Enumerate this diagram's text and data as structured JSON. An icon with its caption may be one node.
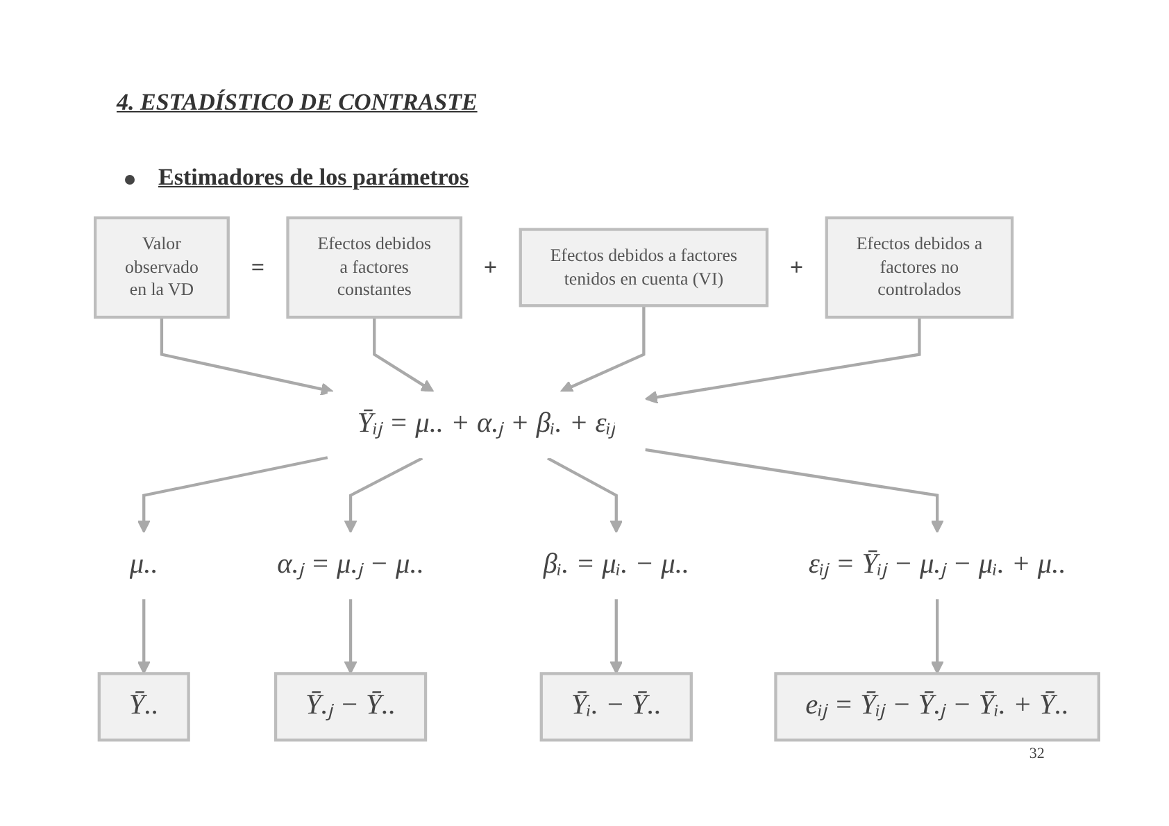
{
  "diagram": {
    "title": "4. ESTADÍSTICO DE CONTRASTE",
    "nodes": [
      {
        "text": [
          "Valor observado en la VD"
        ]
      },
      {
        "text": [
          "Efectos debidos a factores constantes"
        ]
      },
      {
        "text": [
          "Efectos debidos a factores tenidos en cuenta (VI)"
        ]
      },
      {
        "text": [
          "Efectos debidos a factores no controlados"
        ]
      },
      {
        "text": [
          "Ȳᵢⱼ = μ.. + α.ⱼ + βᵢ. + εᵢⱼ"
        ]
      },
      {
        "text": [
          "μ.."
        ]
      },
      {
        "text": [
          "α.ⱼ = μ.ⱼ − μ.."
        ]
      },
      {
        "text": [
          "βᵢ. = μᵢ. − μ.."
        ]
      },
      {
        "text": [
          "εᵢⱼ = Ȳᵢⱼ − μ.ⱼ − μᵢ. + μ.."
        ]
      },
      {
        "text": [
          "Ȳ.."
        ]
      },
      {
        "text": [
          "Ȳ.ⱼ − Ȳ.."
        ]
      },
      {
        "text": [
          "Ȳᵢ. − Ȳ.."
        ]
      },
      {
        "text": [
          "eᵢⱼ = Ȳᵢⱼ − Ȳ.ⱼ − Ȳᵢ. + Ȳ.."
        ]
      }
    ],
    "edges": [
      {
        "from": 0,
        "to": 4,
        "arrow": "to"
      },
      {
        "from": 1,
        "to": 4,
        "arrow": "to"
      },
      {
        "from": 2,
        "to": 4,
        "arrow": "to"
      },
      {
        "from": 3,
        "to": 4,
        "arrow": "to"
      },
      {
        "from": 4,
        "to": 5,
        "arrow": "to"
      },
      {
        "from": 4,
        "to": 6,
        "arrow": "to"
      },
      {
        "from": 4,
        "to": 7,
        "arrow": "to"
      },
      {
        "from": 4,
        "to": 8,
        "arrow": "to"
      },
      {
        "from": 5,
        "to": 9,
        "arrow": "to"
      },
      {
        "from": 6,
        "to": 10,
        "arrow": "to"
      },
      {
        "from": 7,
        "to": 11,
        "arrow": "to"
      },
      {
        "from": 8,
        "to": 12,
        "arrow": "to"
      }
    ],
    "labels": [
      "Estimadores de los parámetros",
      "=",
      "+",
      "+",
      "32"
    ]
  }
}
